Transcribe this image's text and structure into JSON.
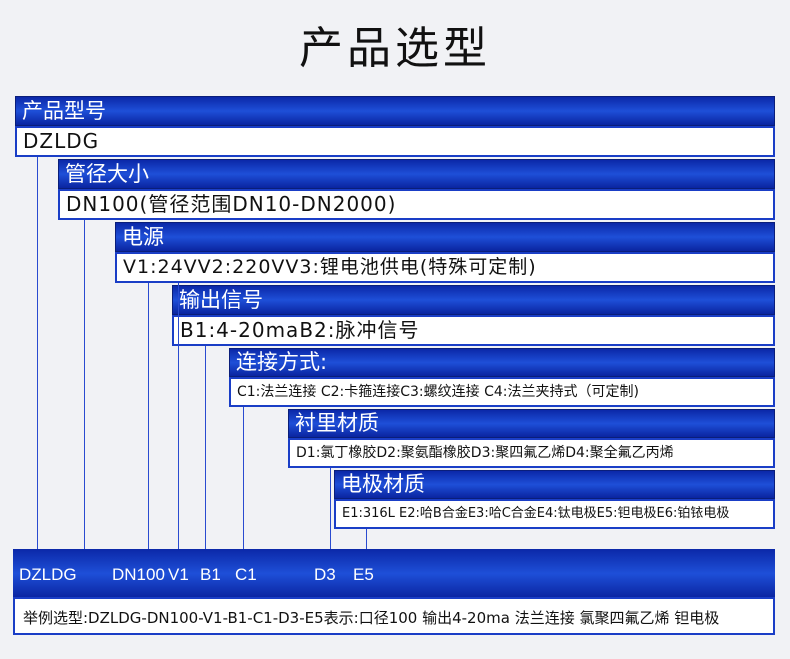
{
  "title": "产品选型",
  "rows": [
    {
      "label": "产品型号",
      "value": "DZLDG"
    },
    {
      "label": "管径大小",
      "value": "DN100(管径范围DN10-DN2000)"
    },
    {
      "label": "电源",
      "value": "V1:24VV2:220VV3:锂电池供电(特殊可定制)"
    },
    {
      "label": "输出信号",
      "value": "B1:4-20maB2:脉冲信号"
    },
    {
      "label": "连接方式:",
      "value": "C1:法兰连接 C2:卡箍连接C3:螺纹连接 C4:法兰夹持式（可定制)"
    },
    {
      "label": "衬里材质",
      "value": "D1:氯丁橡胶D2:聚氨酯橡胶D3:聚四氟乙烯D4:聚全氟乙丙烯"
    },
    {
      "label": "电极材质",
      "value": "E1:316L E2:哈B合金E3:哈C合金E4:钛电极E5:钽电极E6:铂铱电极"
    }
  ],
  "codes": [
    "DZLDG",
    "DN100",
    "V1",
    "B1",
    "C1",
    "D3",
    "E5"
  ],
  "example": "举例选型:DZLDG-DN100-V1-B1-C1-D3-E5表示:口径100 输出4-20ma 法兰连接 氯聚四氟乙烯 钽电极",
  "colors": {
    "bar": "#1a3ec6",
    "background": "#f1f2f5"
  }
}
